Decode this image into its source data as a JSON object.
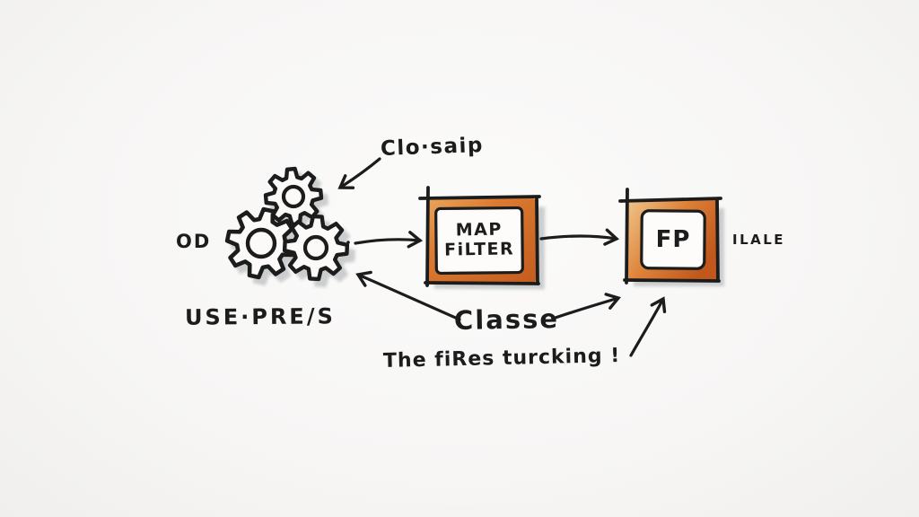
{
  "palette": {
    "background": "#f7f6f4",
    "ink": "#1c1c1c",
    "orange_dark": "#c35d1f",
    "orange_mid": "#db7a31",
    "orange_light": "#e9a45c",
    "cream_highlight": "#f0d9a8",
    "shadow_gray": "#b3b6b8"
  },
  "icons": {
    "gears": "gear-cluster"
  },
  "labels": {
    "closure": "Clo·saip",
    "od": "OD",
    "use_preis": "USE·PRE/S",
    "classe": "Classe",
    "fires": "The fiRes turcking !",
    "ilale": "ILALE"
  },
  "nodes": {
    "map_filter": {
      "line1": "MAP",
      "line2": "FiLTER"
    },
    "fp": {
      "label": "FP"
    }
  }
}
